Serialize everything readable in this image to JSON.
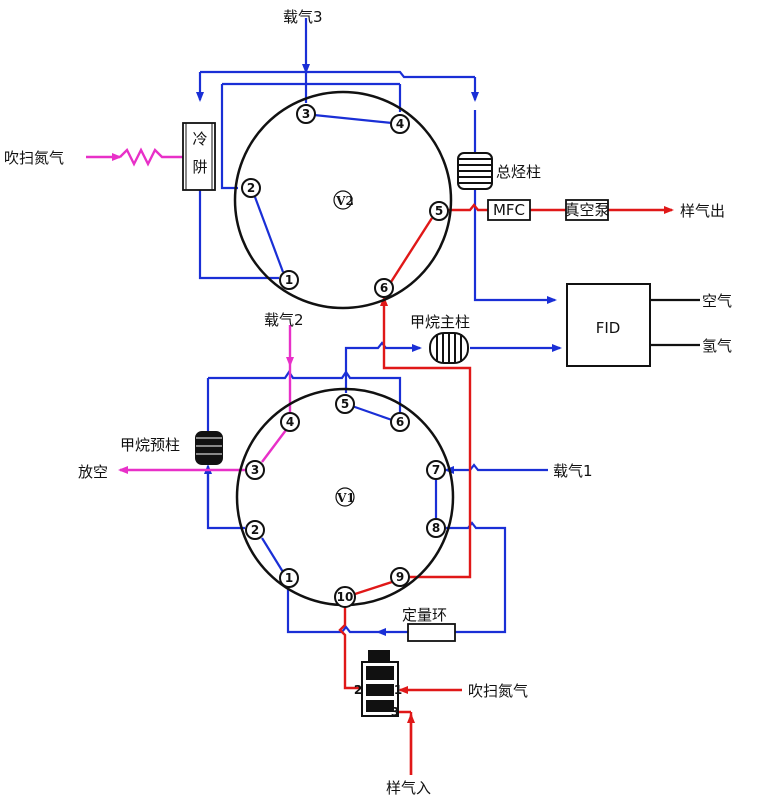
{
  "colors": {
    "blue": "#1a2fd6",
    "red": "#e01818",
    "magenta": "#e830c8",
    "black": "#111111"
  },
  "valves": {
    "v2": {
      "label": "V2",
      "ports": [
        "1",
        "2",
        "3",
        "4",
        "5",
        "6"
      ]
    },
    "v1": {
      "label": "V1",
      "ports": [
        "1",
        "2",
        "3",
        "4",
        "5",
        "6",
        "7",
        "8",
        "9",
        "10"
      ]
    }
  },
  "labels": {
    "carrier3": "载气3",
    "carrier2": "载气2",
    "carrier1": "载气1",
    "purge_n2_top": "吹扫氮气",
    "purge_n2_bottom": "吹扫氮气",
    "cold_trap": "冷阱",
    "total_hc_column": "总烃柱",
    "mfc": "MFC",
    "vacuum_pump": "真空泵",
    "sample_out": "样气出",
    "fid": "FID",
    "air": "空气",
    "hydrogen": "氢气",
    "methane_main_column": "甲烷主柱",
    "methane_pre_column": "甲烷预柱",
    "vent": "放空",
    "quant_loop": "定量环",
    "sample_in": "样气入",
    "sv_port2": "2",
    "sv_port1": "1",
    "sv_port3": "3"
  }
}
